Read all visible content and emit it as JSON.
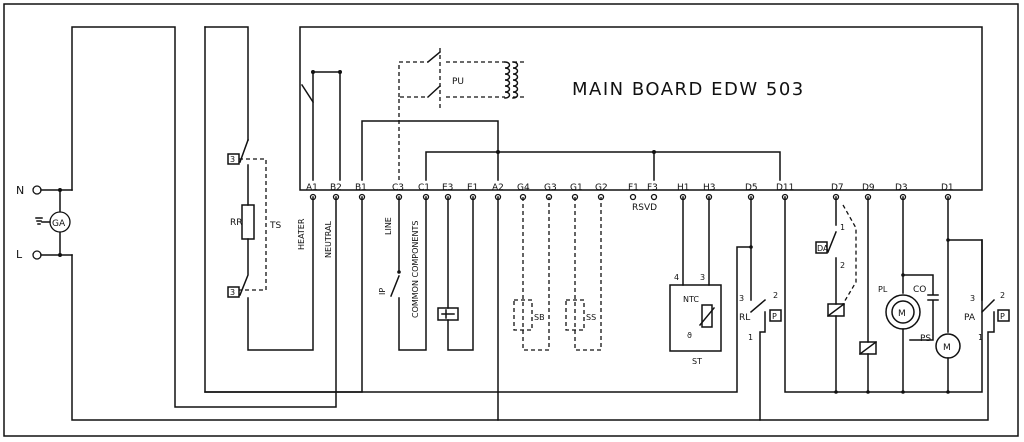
{
  "title": "MAIN BOARD EDW 503",
  "terminals": [
    "A1",
    "B2",
    "B1",
    "C3",
    "C1",
    "E3",
    "E1",
    "A2",
    "G4",
    "G3",
    "G1",
    "G2",
    "F1",
    "F3",
    "H1",
    "H3",
    "D5",
    "D11",
    "D7",
    "D9",
    "D3",
    "D1"
  ],
  "labels": {
    "n": "N",
    "l": "L",
    "ga": "GA",
    "rr": "RR",
    "ts": "TS",
    "pu": "PU",
    "heater": "HEATER",
    "neutral": "NEUTRAL",
    "line": "LINE",
    "common": "COMMON COMPONENTS",
    "ip": "IP",
    "rsvd": "RSVD",
    "sb": "SB",
    "ss": "SS",
    "ntc": "NTC",
    "st": "ST",
    "rl": "RL",
    "da": "DA",
    "pl": "PL",
    "co": "CO",
    "ps": "PS",
    "pa": "PA",
    "m": "M",
    "p": "P"
  },
  "pins": {
    "st4": "4",
    "st3": "3",
    "rl3": "3",
    "rl2": "2",
    "rl1": "1",
    "da1": "1",
    "da2": "2",
    "pa3": "3",
    "pa2": "2",
    "pa1": "1"
  }
}
